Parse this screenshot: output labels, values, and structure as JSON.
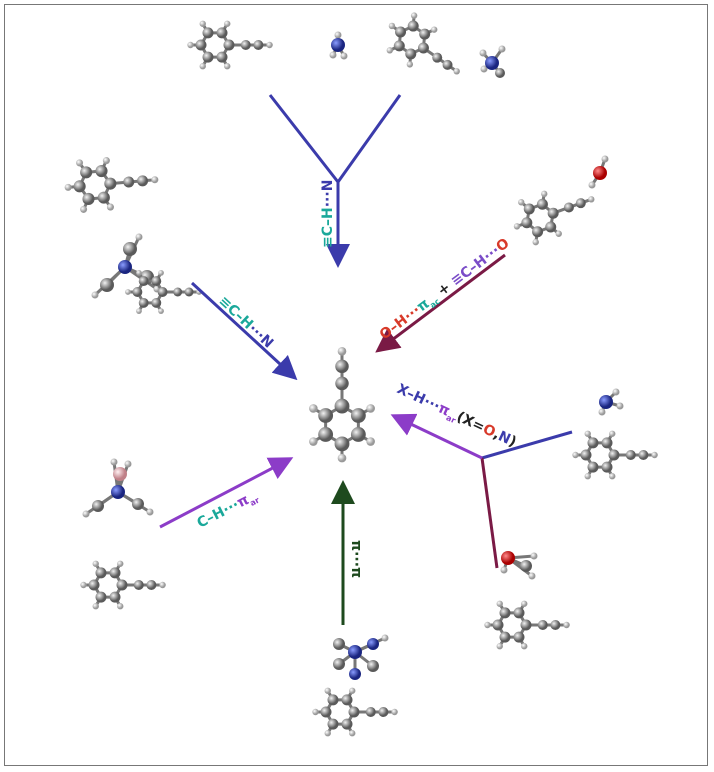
{
  "labels": {
    "top": {
      "a": "≡C–H",
      "b": "···N"
    },
    "left": {
      "a": "≡C–H",
      "b": "···N"
    },
    "upper_right": {
      "a": "O–H···",
      "b": "π",
      "c": "ac",
      "d": " + ",
      "e": "≡C–H···",
      "f": "O"
    },
    "right": {
      "a": "X–H···",
      "b": "π",
      "c": "ar",
      "d": "(X=",
      "e": "O",
      "f": ",",
      "g": "N",
      "h": ")"
    },
    "lower_left": {
      "a": "C–H···",
      "b": "π",
      "c": "ar"
    },
    "bottom": {
      "a": "π···π"
    }
  },
  "colors": {
    "blue": "#3b3bab",
    "maroon": "#7a1a45",
    "purple": "#8c3cc8",
    "green": "#1e4a1e",
    "teal": "#1aa89a",
    "red": "#d83a2a",
    "violet": "#7a4cc8",
    "carbon": "#8a8a8a",
    "hydrogen": "#e8e8e8",
    "nitrogen": "#2f3fb0",
    "oxygen": "#d82020",
    "boron": "#e8b0b8"
  }
}
